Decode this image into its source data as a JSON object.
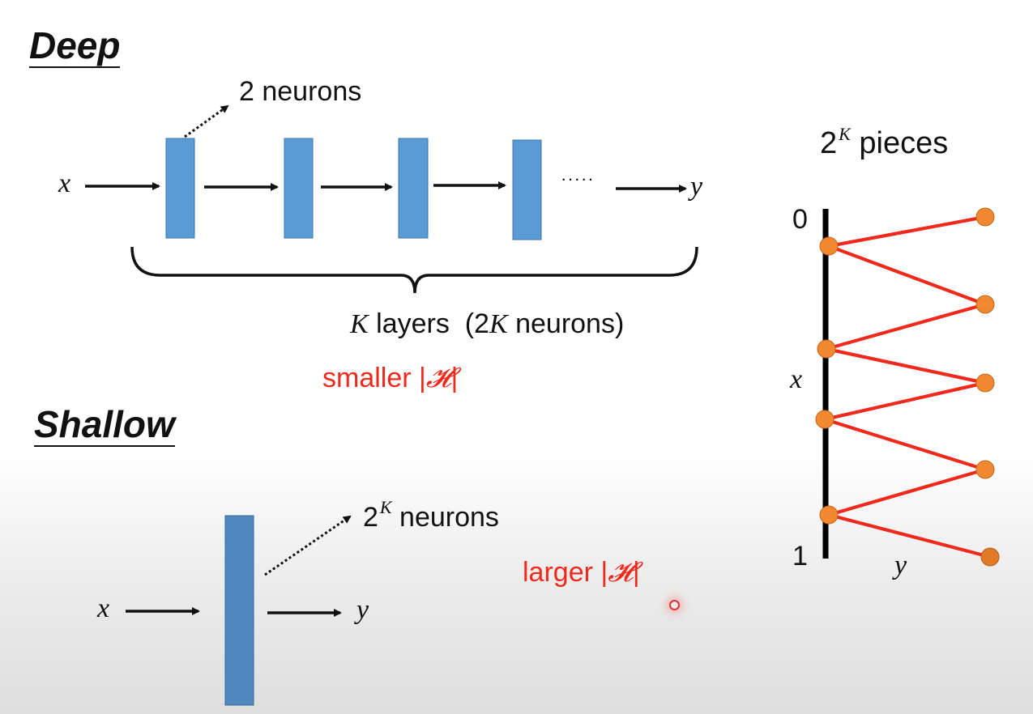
{
  "deep": {
    "title": "Deep",
    "input_label": "x",
    "output_label": "y",
    "annotation": "2 neurons",
    "ellipsis": "·····",
    "brace_label_var": "K",
    "brace_label_text": " layers  (2",
    "brace_label_var2": "K",
    "brace_label_tail": " neurons)",
    "size_label_text": "smaller |",
    "size_label_symbol": "𝓗",
    "size_label_close": "|"
  },
  "shallow": {
    "title": "Shallow",
    "input_label": "x",
    "output_label": "y",
    "annotation_base": "2",
    "annotation_sup": "K",
    "annotation_text": " neurons",
    "size_label_text": "larger |",
    "size_label_symbol": "𝓗",
    "size_label_close": "|"
  },
  "pieces_plot": {
    "title_base": "2",
    "title_sup": "K",
    "title_text": " pieces",
    "axis_top_label": "0",
    "axis_bottom_label": "1",
    "x_label": "x",
    "y_label": "y"
  },
  "colors": {
    "block": "#5b9bd5",
    "block_border": "#3f75a8",
    "zigzag": "#ef2a1c",
    "point": "#f0892f",
    "accent_red": "#ef2a1c"
  }
}
